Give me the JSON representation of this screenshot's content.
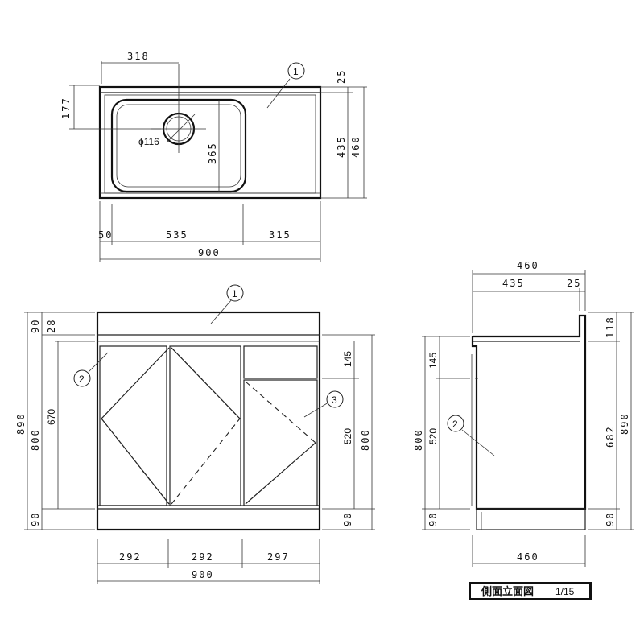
{
  "top_view": {
    "dims": {
      "w318": "318",
      "w177": "177",
      "w25": "25",
      "h435": "435",
      "h460": "460",
      "h365": "365",
      "phi": "ϕ116",
      "w50": "50",
      "w535": "535",
      "w315": "315",
      "w900": "900"
    },
    "callout": "1"
  },
  "front_view": {
    "dims": {
      "l890": "890",
      "l800": "800",
      "l670": "670",
      "l90a": "90",
      "l28": "28",
      "l90b": "90",
      "r145": "145",
      "r520": "520",
      "r800": "800",
      "r90": "90",
      "b292a": "292",
      "b292b": "292",
      "b297": "297",
      "b900": "900"
    },
    "callouts": {
      "c1": "1",
      "c2": "2",
      "c3": "3"
    }
  },
  "side_view": {
    "dims": {
      "t460": "460",
      "t435": "435",
      "t25": "25",
      "l145": "145",
      "l800": "800",
      "l520": "520",
      "l90": "90",
      "r118": "118",
      "r682": "682",
      "r890": "890",
      "r90": "90",
      "b460": "460"
    },
    "callout": "2"
  },
  "title_block": {
    "label": "側面立面図",
    "scale": "1/15"
  }
}
